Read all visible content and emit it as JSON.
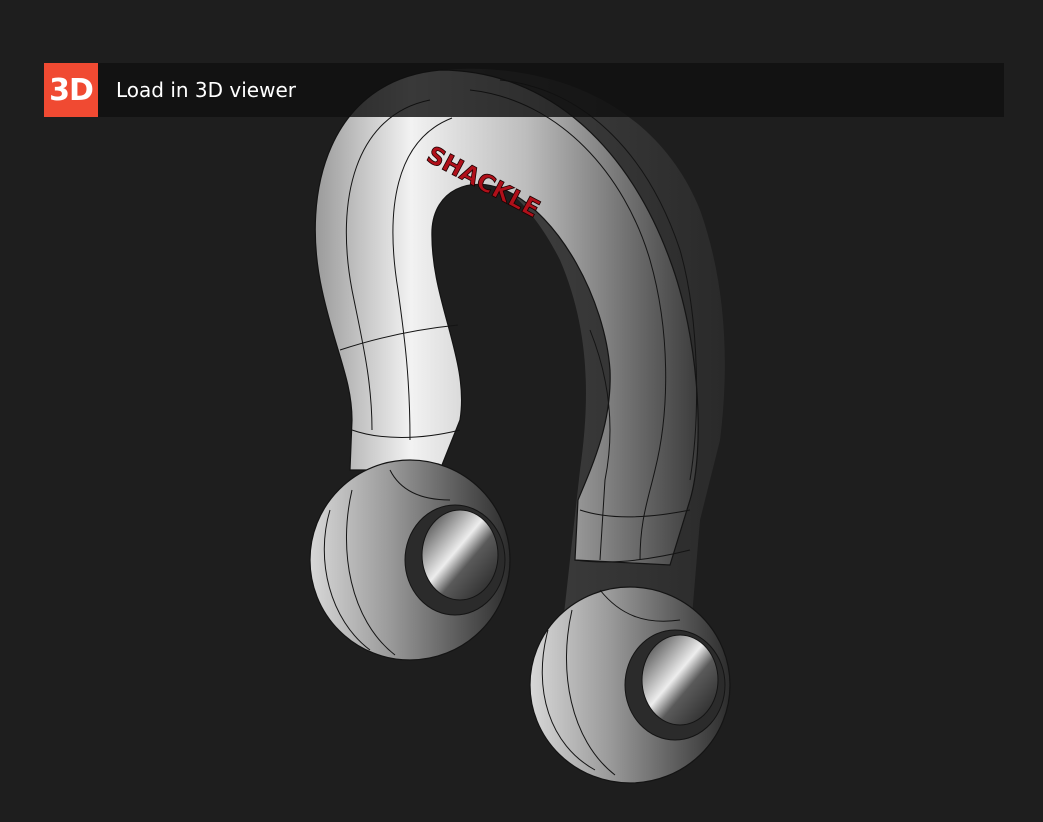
{
  "viewer": {
    "background": "#1e1e1e",
    "model_engraving": "SHACKLE",
    "engraving_color": "#b0101a"
  },
  "load_bar": {
    "badge_text": "3D",
    "badge_color": "#f04a32",
    "label": "Load in 3D viewer",
    "icon": "3d-badge-icon"
  }
}
